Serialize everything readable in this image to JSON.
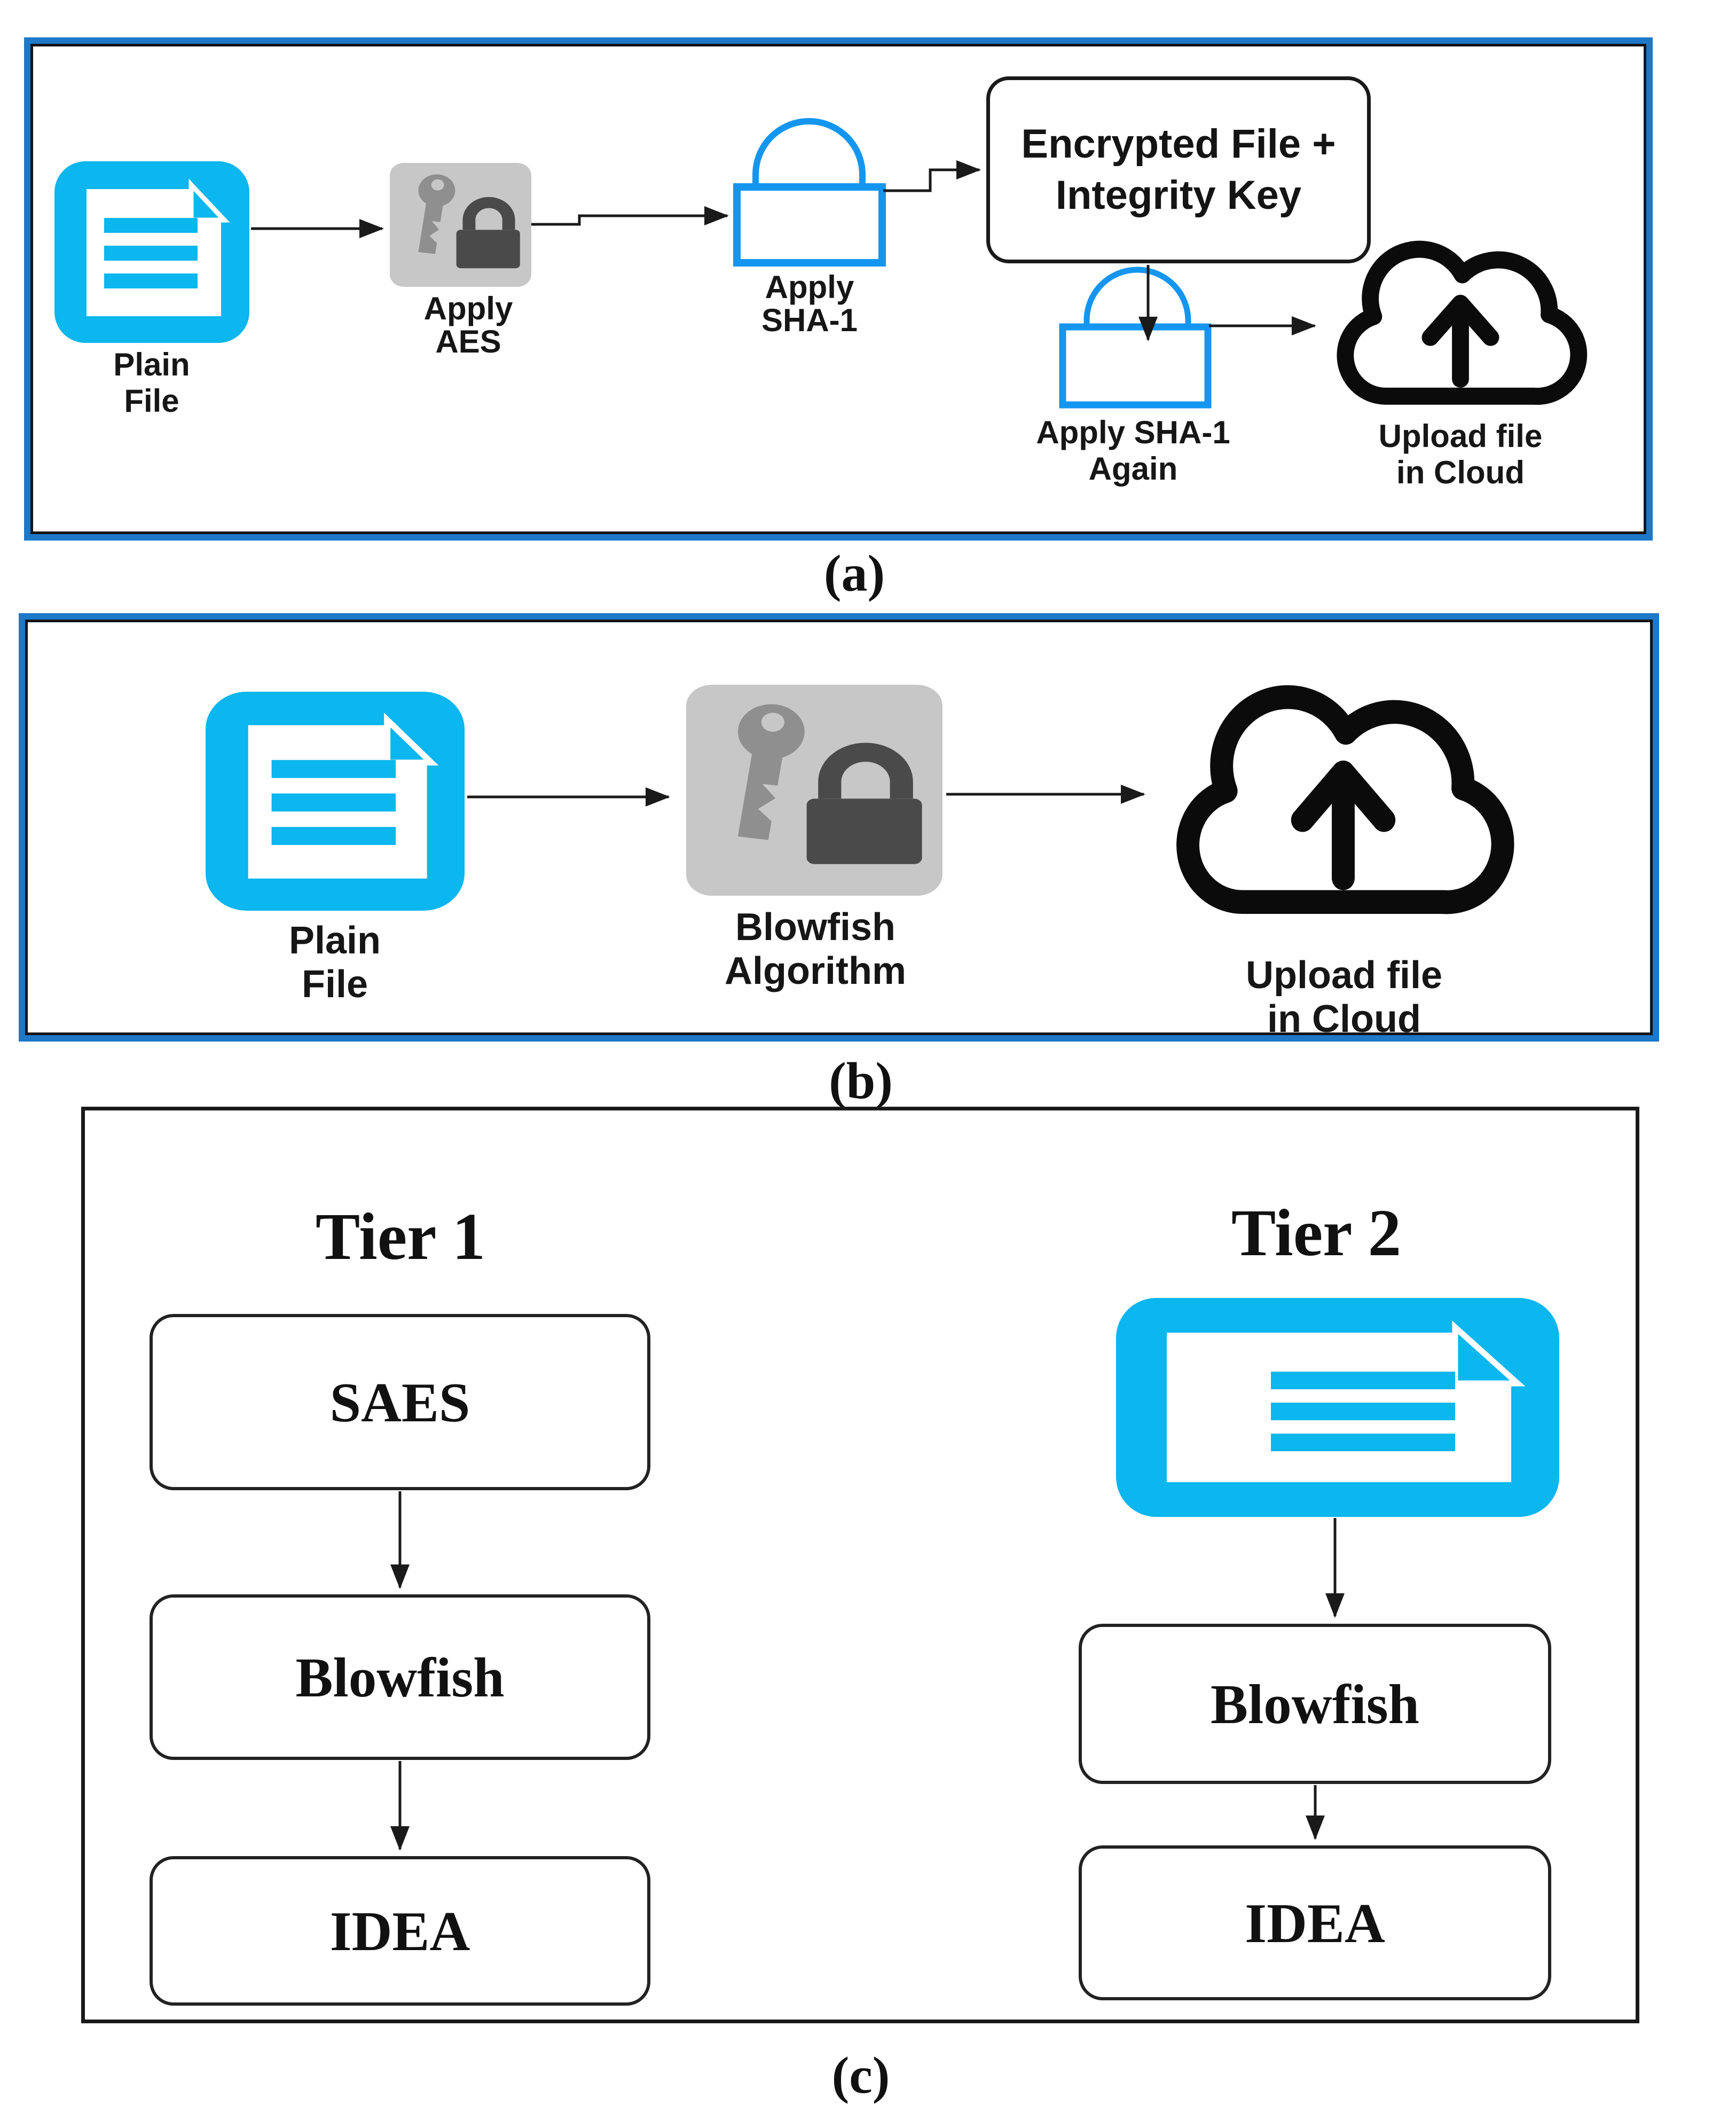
{
  "colors": {
    "panel_border_blue": "#1e78c8",
    "inner_border_black": "#141414",
    "icon_cyan": "#0cb6ee",
    "lock_blue": "#1496f0",
    "icon_gray_bg": "#c7c7c7",
    "icon_gray_key": "#8f8f8f",
    "icon_gray_dark": "#4a4a4a",
    "connector_black": "#1a1a1a"
  },
  "captions": {
    "a": "(a)",
    "b": "(b)",
    "c": "(c)"
  },
  "panel_a": {
    "plain_file": {
      "line1": "Plain",
      "line2": "File"
    },
    "apply_aes": {
      "line1": "Apply",
      "line2": "AES"
    },
    "apply_sha1": {
      "line1": "Apply",
      "line2": "SHA-1"
    },
    "encrypted_box": {
      "line1": "Encrypted File +",
      "line2": "Integrity Key"
    },
    "apply_sha1_again": {
      "line1": "Apply SHA-1",
      "line2": "Again"
    },
    "upload_cloud": {
      "line1": "Upload file",
      "line2": "in Cloud"
    }
  },
  "panel_b": {
    "plain_file": {
      "line1": "Plain",
      "line2": "File"
    },
    "blowfish": {
      "line1": "Blowfish",
      "line2": "Algorithm"
    },
    "upload_cloud": {
      "line1": "Upload file",
      "line2": "in Cloud"
    }
  },
  "panel_c": {
    "tier1": {
      "title": "Tier 1",
      "boxes": [
        "SAES",
        "Blowfish",
        "IDEA"
      ]
    },
    "tier2": {
      "title": "Tier 2",
      "boxes": [
        "Blowfish",
        "IDEA"
      ]
    }
  }
}
